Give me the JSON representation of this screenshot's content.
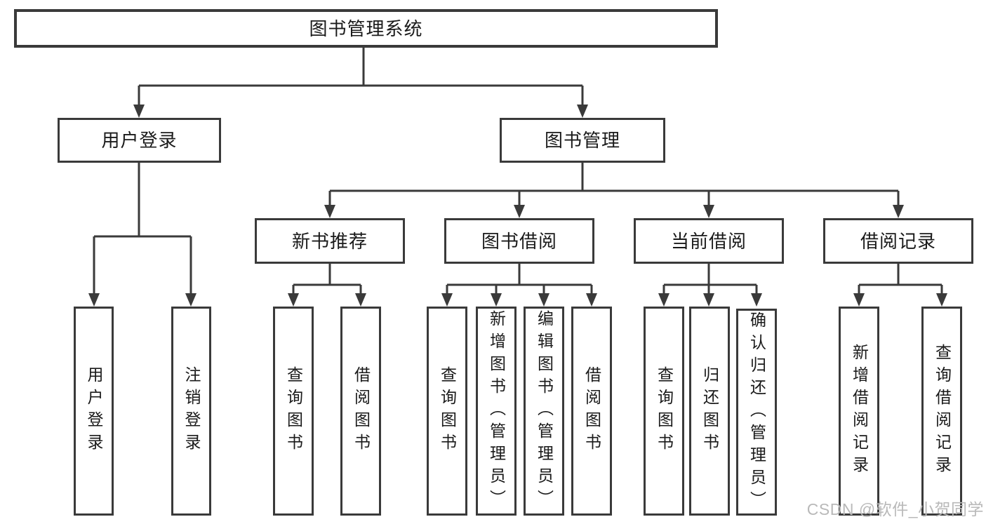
{
  "tree": {
    "root_label": "图书管理系统",
    "branches": [
      {
        "label": "用户登录",
        "leaves": [
          "用户登录",
          "注销登录"
        ]
      },
      {
        "label": "图书管理",
        "groups": [
          {
            "label": "新书推荐",
            "leaves": [
              "查询图书",
              "借阅图书"
            ]
          },
          {
            "label": "图书借阅",
            "leaves": [
              "查询图书",
              "新增图书（管理员）",
              "编辑图书（管理员）",
              "借阅图书"
            ]
          },
          {
            "label": "当前借阅",
            "leaves": [
              "查询图书",
              "归还图书",
              "确认归还（管理员）"
            ]
          },
          {
            "label": "借阅记录",
            "leaves": [
              "新增借阅记录",
              "查询借阅记录"
            ]
          }
        ]
      }
    ]
  },
  "watermark": "CSDN @软件_小贺同学",
  "colors": {
    "line": "#3a3a3a",
    "text": "#1a1a1a",
    "background": "#ffffff",
    "watermark": "#b9b9b9"
  }
}
